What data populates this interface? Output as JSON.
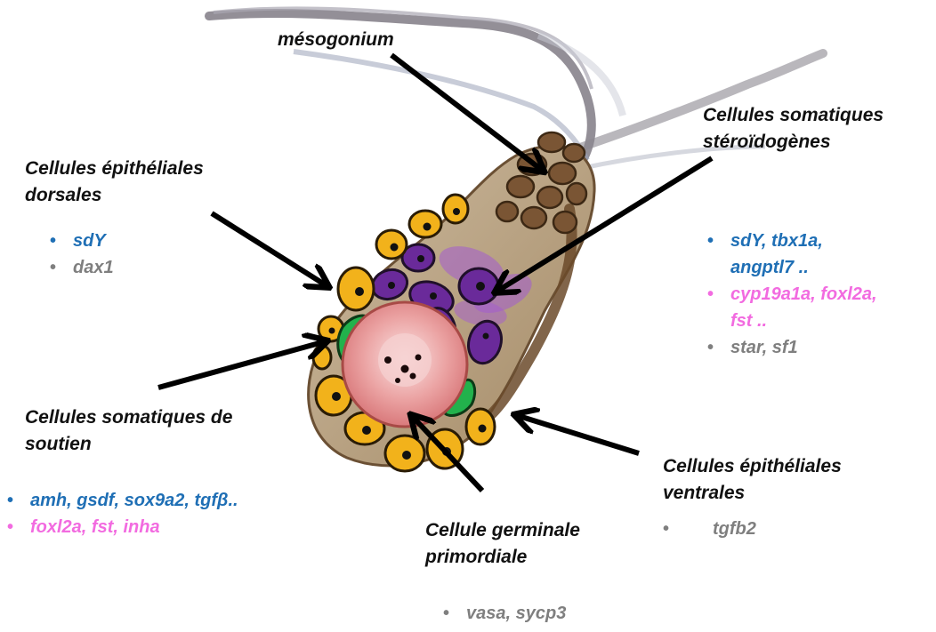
{
  "colors": {
    "blue": "#1f6fb5",
    "pink": "#f26be0",
    "grey": "#7f7f7f",
    "arrow": "#000000"
  },
  "labels": {
    "mesogonium": "mésogonium",
    "steroid": [
      "Cellules  somatiques",
      "stéroïdogènes"
    ],
    "dorsal": [
      "Cellules épithéliales",
      "dorsales"
    ],
    "support": [
      "Cellules  somatiques  de",
      "soutien"
    ],
    "ventral": [
      "Cellules épithéliales",
      "ventrales"
    ],
    "germinal": [
      "Cellule germinale",
      "primordiale"
    ]
  },
  "genes": {
    "dorsal": [
      {
        "text": "sdY",
        "color": "blue"
      },
      {
        "text": "dax1",
        "color": "grey"
      }
    ],
    "steroid": [
      {
        "lines": [
          "sdY, tbx1a,",
          "angptl7 .."
        ],
        "color": "blue"
      },
      {
        "lines": [
          "cyp19a1a, foxl2a,",
          "fst .."
        ],
        "color": "pink"
      },
      {
        "lines": [
          "star, sf1"
        ],
        "color": "grey"
      }
    ],
    "support": [
      {
        "text": "amh, gsdf, sox9a2, tgfβ..",
        "color": "blue"
      },
      {
        "text": "foxl2a, fst, inha",
        "color": "pink"
      }
    ],
    "ventral": [
      {
        "text": "tgfb2",
        "color": "grey"
      }
    ],
    "germinal": [
      {
        "text": "vasa, sycp3",
        "color": "grey"
      }
    ]
  }
}
